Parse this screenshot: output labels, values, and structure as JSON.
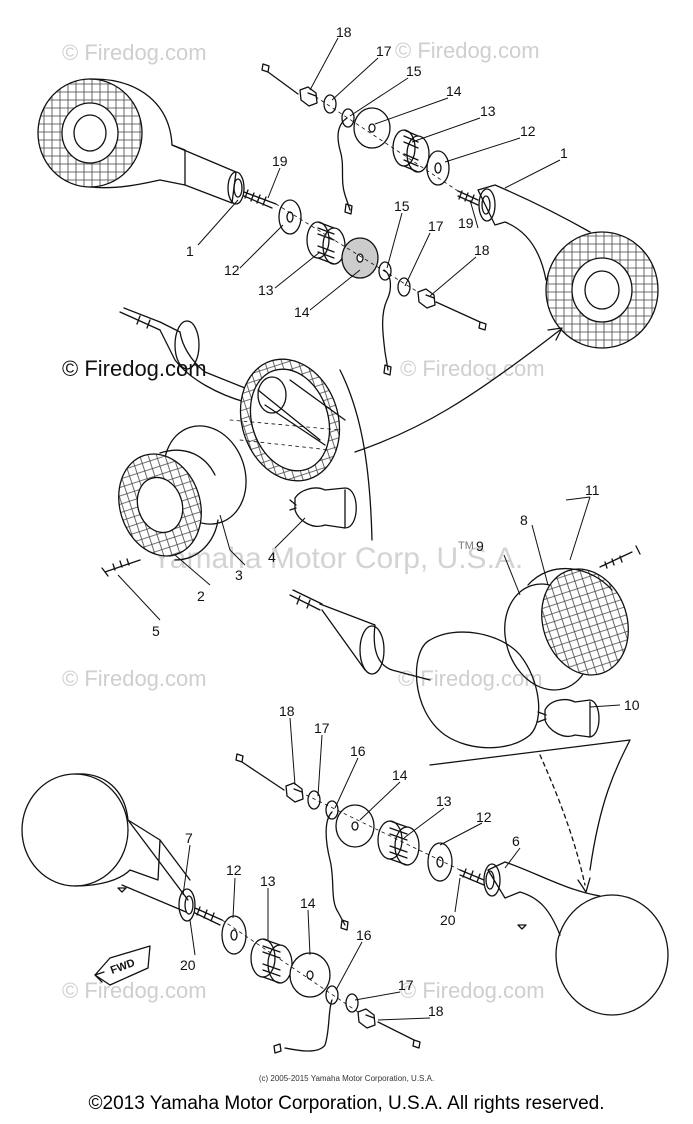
{
  "watermarks": {
    "firedog": "© Firedog.com",
    "firedog_dark": "© Firedog.com",
    "yamaha_watermark": "Yamaha Motor Corp, U.S.A.",
    "tm": "TM"
  },
  "fwd_label": "FWD",
  "small_copyright": "(c) 2005-2015 Yamaha Motor Corporation, U.S.A.",
  "copyright": "©2013 Yamaha Motor Corporation, U.S.A. All rights reserved.",
  "callouts": {
    "c18a": "18",
    "c17a": "17",
    "c15a": "15",
    "c14a": "14",
    "c13a": "13",
    "c12a": "12",
    "c1a": "1",
    "c19a": "19",
    "c19b": "19",
    "c1b": "1",
    "c12b": "12",
    "c13b": "13",
    "c14b": "14",
    "c15b": "15",
    "c17b": "17",
    "c18b": "18",
    "c11": "11",
    "c8": "8",
    "c9": "9",
    "c3": "3",
    "c2": "2",
    "c5": "5",
    "c4": "4",
    "c10": "10",
    "c18c": "18",
    "c17c": "17",
    "c16a": "16",
    "c14c": "14",
    "c13c": "13",
    "c12c": "12",
    "c6": "6",
    "c7": "7",
    "c20a": "20",
    "c12d": "12",
    "c13d": "13",
    "c14d": "14",
    "c16b": "16",
    "c17d": "17",
    "c18d": "18",
    "c20b": "20"
  }
}
